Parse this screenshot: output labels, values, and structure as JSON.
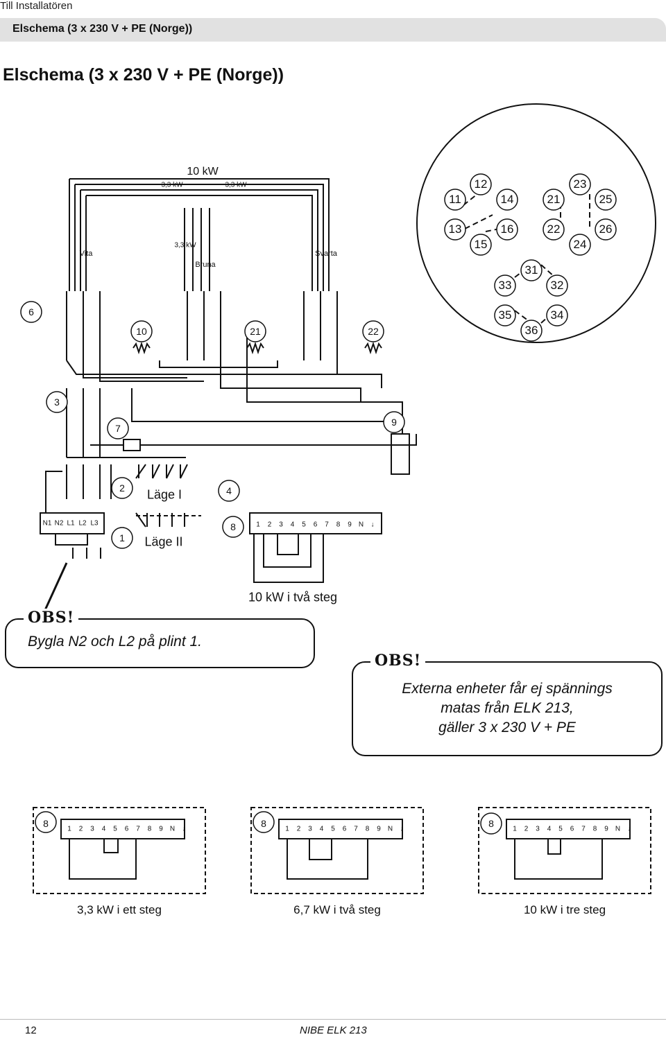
{
  "header": {
    "section": "Till Installatören",
    "bar_title": "Elschema (3 x 230 V + PE (Norge))",
    "page_title": "Elschema (3 x 230 V + PE (Norge))"
  },
  "top_labels": {
    "total": "10 kW",
    "left_kw": "3,3 kW",
    "right_kw": "3,3 kW",
    "bottom_kw": "3,3 kW",
    "white": "Vita",
    "brown": "Bruna",
    "black": "Svarta"
  },
  "heater_numbers": [
    "10",
    "21",
    "22"
  ],
  "callouts": {
    "six": "6",
    "three": "3",
    "seven": "7",
    "nine": "9",
    "two": "2",
    "four": "4",
    "one": "1",
    "eight": "8"
  },
  "mode_labels": {
    "lage1": "Läge I",
    "lage2": "Läge II"
  },
  "terminal_block_main": [
    "N1",
    "N2",
    "L1",
    "L2",
    "L3"
  ],
  "terminal_block_8": [
    "1",
    "2",
    "3",
    "4",
    "5",
    "6",
    "7",
    "8",
    "9",
    "N",
    "↓"
  ],
  "circle_numbers": [
    "11",
    "12",
    "14",
    "21",
    "23",
    "25",
    "13",
    "16",
    "22",
    "26",
    "15",
    "24",
    "31",
    "33",
    "32",
    "35",
    "34",
    "36"
  ],
  "config_main": "10 kW i två steg",
  "obs1": {
    "label": "OBS!",
    "text": "Bygla N2 och L2 på plint 1."
  },
  "obs2": {
    "label": "OBS!",
    "lines": [
      "Externa enheter får ej spännings",
      "matas från ELK 213,",
      "gäller 3 x 230 V + PE"
    ]
  },
  "configs": [
    {
      "badge": "8",
      "caption": "3,3 kW i ett steg"
    },
    {
      "badge": "8",
      "caption": "6,7 kW i två steg"
    },
    {
      "badge": "8",
      "caption": "10 kW i tre steg"
    }
  ],
  "footer": {
    "page": "12",
    "doc": "NIBE ELK 213"
  }
}
